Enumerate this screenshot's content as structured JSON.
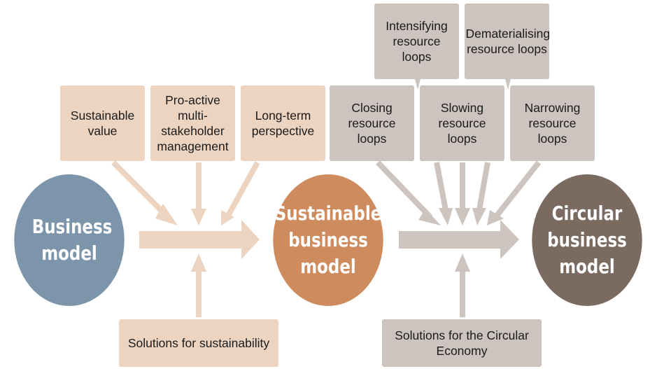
{
  "colors": {
    "business_model": "#7d95ab",
    "sustainable_business_model": "#cd8b5e",
    "circular_business_model": "#7a6a60",
    "sustainability_box": "#ecd4c1",
    "circular_box": "#cdc4bf"
  },
  "circles": {
    "business_model": "Business model",
    "sustainable_business_model": "Sustainable business model",
    "circular_business_model": "Circular business model"
  },
  "sustainability_drivers": [
    {
      "label": "Sustainable value"
    },
    {
      "label": "Pro-active multi-stakeholder management"
    },
    {
      "label": "Long-term perspective"
    }
  ],
  "sustainability_solutions": "Solutions for sustainability",
  "circular_top": [
    {
      "label": "Intensifying resource loops"
    },
    {
      "label": "Dematerialising resource loops"
    }
  ],
  "circular_drivers": [
    {
      "label": "Closing resource loops"
    },
    {
      "label": "Slowing resource loops"
    },
    {
      "label": "Narrowing resource loops"
    }
  ],
  "circular_solutions": "Solutions for the Circular Economy"
}
